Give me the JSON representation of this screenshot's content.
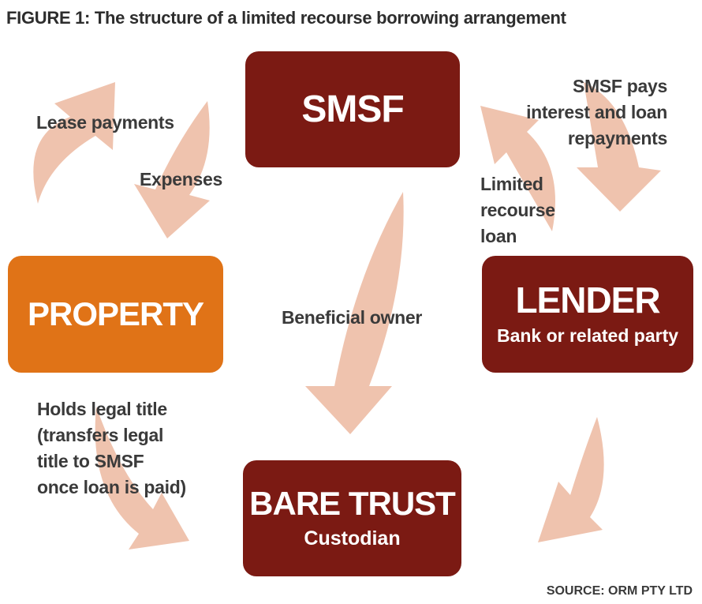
{
  "title": "FIGURE 1: The structure of a limited recourse borrowing arrangement",
  "source": "SOURCE: ORM PTY LTD",
  "nodes": {
    "smsf": {
      "label": "SMSF"
    },
    "property": {
      "label": "PROPERTY"
    },
    "lender": {
      "label": "LENDER",
      "sublabel": "Bank or related party"
    },
    "bare_trust": {
      "label": "BARE TRUST",
      "sublabel": "Custodian"
    }
  },
  "edges": {
    "lease_payments": "Lease payments",
    "expenses": "Expenses",
    "smsf_pays": "SMSF pays\ninterest and loan\nrepayments",
    "limited_recourse_loan": "Limited\nrecourse\nloan",
    "beneficial_owner": "Beneficial owner",
    "holds_legal_title": "Holds legal title\n(transfers legal\ntitle to SMSF\nonce loan is paid)"
  },
  "colors": {
    "maroon": "#7B1A13",
    "orange": "#E07317",
    "arrow": "#EFC3AE",
    "text": "#3A3A3A",
    "title": "#2D2D2D"
  }
}
